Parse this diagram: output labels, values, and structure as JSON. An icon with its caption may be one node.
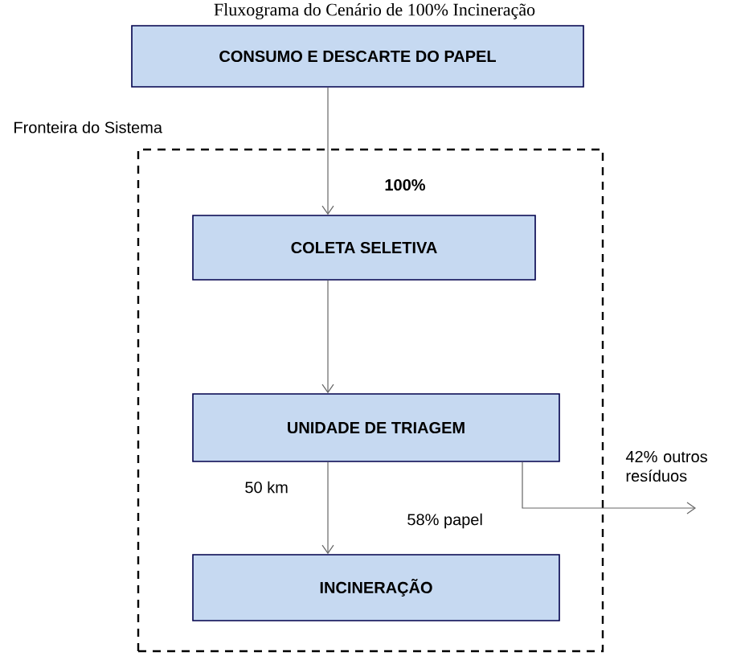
{
  "diagram": {
    "title": "Fluxograma do Cenário de 100% Incineração",
    "nodes": [
      {
        "text": [
          "CONSUMO E DESCARTE DO PAPEL"
        ]
      },
      {
        "text": [
          "Fronteira do Sistema"
        ]
      },
      {
        "text": [
          "COLETA SELETIVA"
        ],
        "in": 1
      },
      {
        "text": [
          "UNIDADE DE TRIAGEM"
        ],
        "in": 1
      },
      {
        "text": [
          "INCINERAÇÃO"
        ],
        "in": 1
      }
    ],
    "edges": [
      {
        "from": 0,
        "to": 2,
        "arrow": "to",
        "label": "100%"
      },
      {
        "from": 2,
        "to": 3,
        "arrow": "to"
      },
      {
        "from": 3,
        "to": 4,
        "arrow": "to",
        "label": "58% papel"
      },
      {
        "from": 3,
        "to": null,
        "arrow": "to",
        "label": "42% outros resíduos"
      }
    ],
    "labels": [
      "50 km"
    ]
  }
}
